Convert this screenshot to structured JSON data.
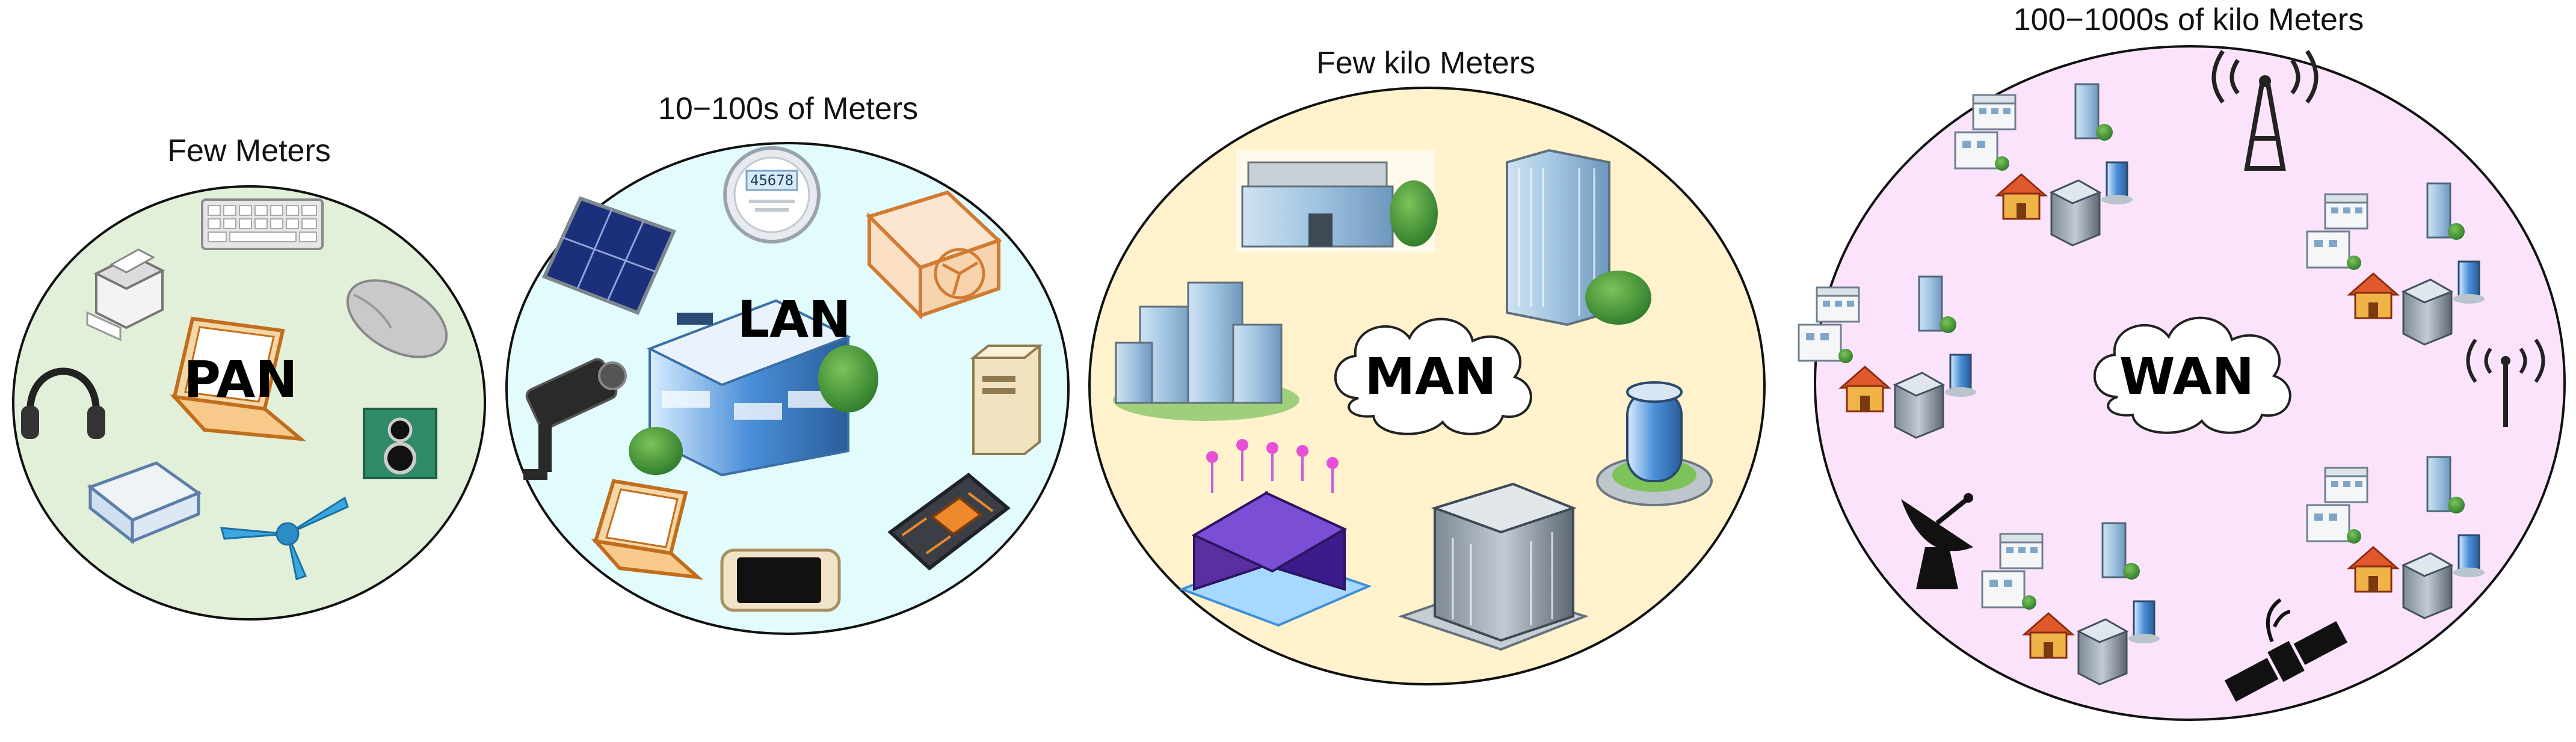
{
  "zones": {
    "pan": {
      "title": "Few Meters",
      "label": "PAN",
      "fill": "#e2efd9"
    },
    "lan": {
      "title": "10−100s of Meters",
      "label": "LAN",
      "fill": "#e2fbfd"
    },
    "man": {
      "title": "Few kilo Meters",
      "label": "MAN",
      "fill": "#fff2cc"
    },
    "wan": {
      "title": "100−1000s of kilo Meters",
      "label": "WAN",
      "fill": "#fbe4fb"
    }
  },
  "smart_meter_reading": "45678",
  "icons": {
    "pan": [
      "printer-icon",
      "keyboard-icon",
      "mouse-icon",
      "headphones-icon",
      "laptop-icon",
      "speaker-icon",
      "scanner-icon",
      "ceiling-fan-icon"
    ],
    "lan": [
      "smart-meter-icon",
      "solar-panel-icon",
      "air-conditioner-icon",
      "office-building-icon",
      "security-camera-icon",
      "desktop-tower-icon",
      "laptop-icon",
      "smartphone-icon",
      "circuit-board-icon"
    ],
    "man": [
      "office-building-icon",
      "skyscraper-icon",
      "city-cluster-icon",
      "cloud-icon",
      "smart-home-icon",
      "round-tower-icon",
      "corporate-tower-icon"
    ],
    "wan": [
      "city-cluster-icon",
      "cell-tower-icon",
      "wireless-antenna-icon",
      "satellite-dish-icon",
      "satellite-icon",
      "cloud-icon"
    ]
  }
}
